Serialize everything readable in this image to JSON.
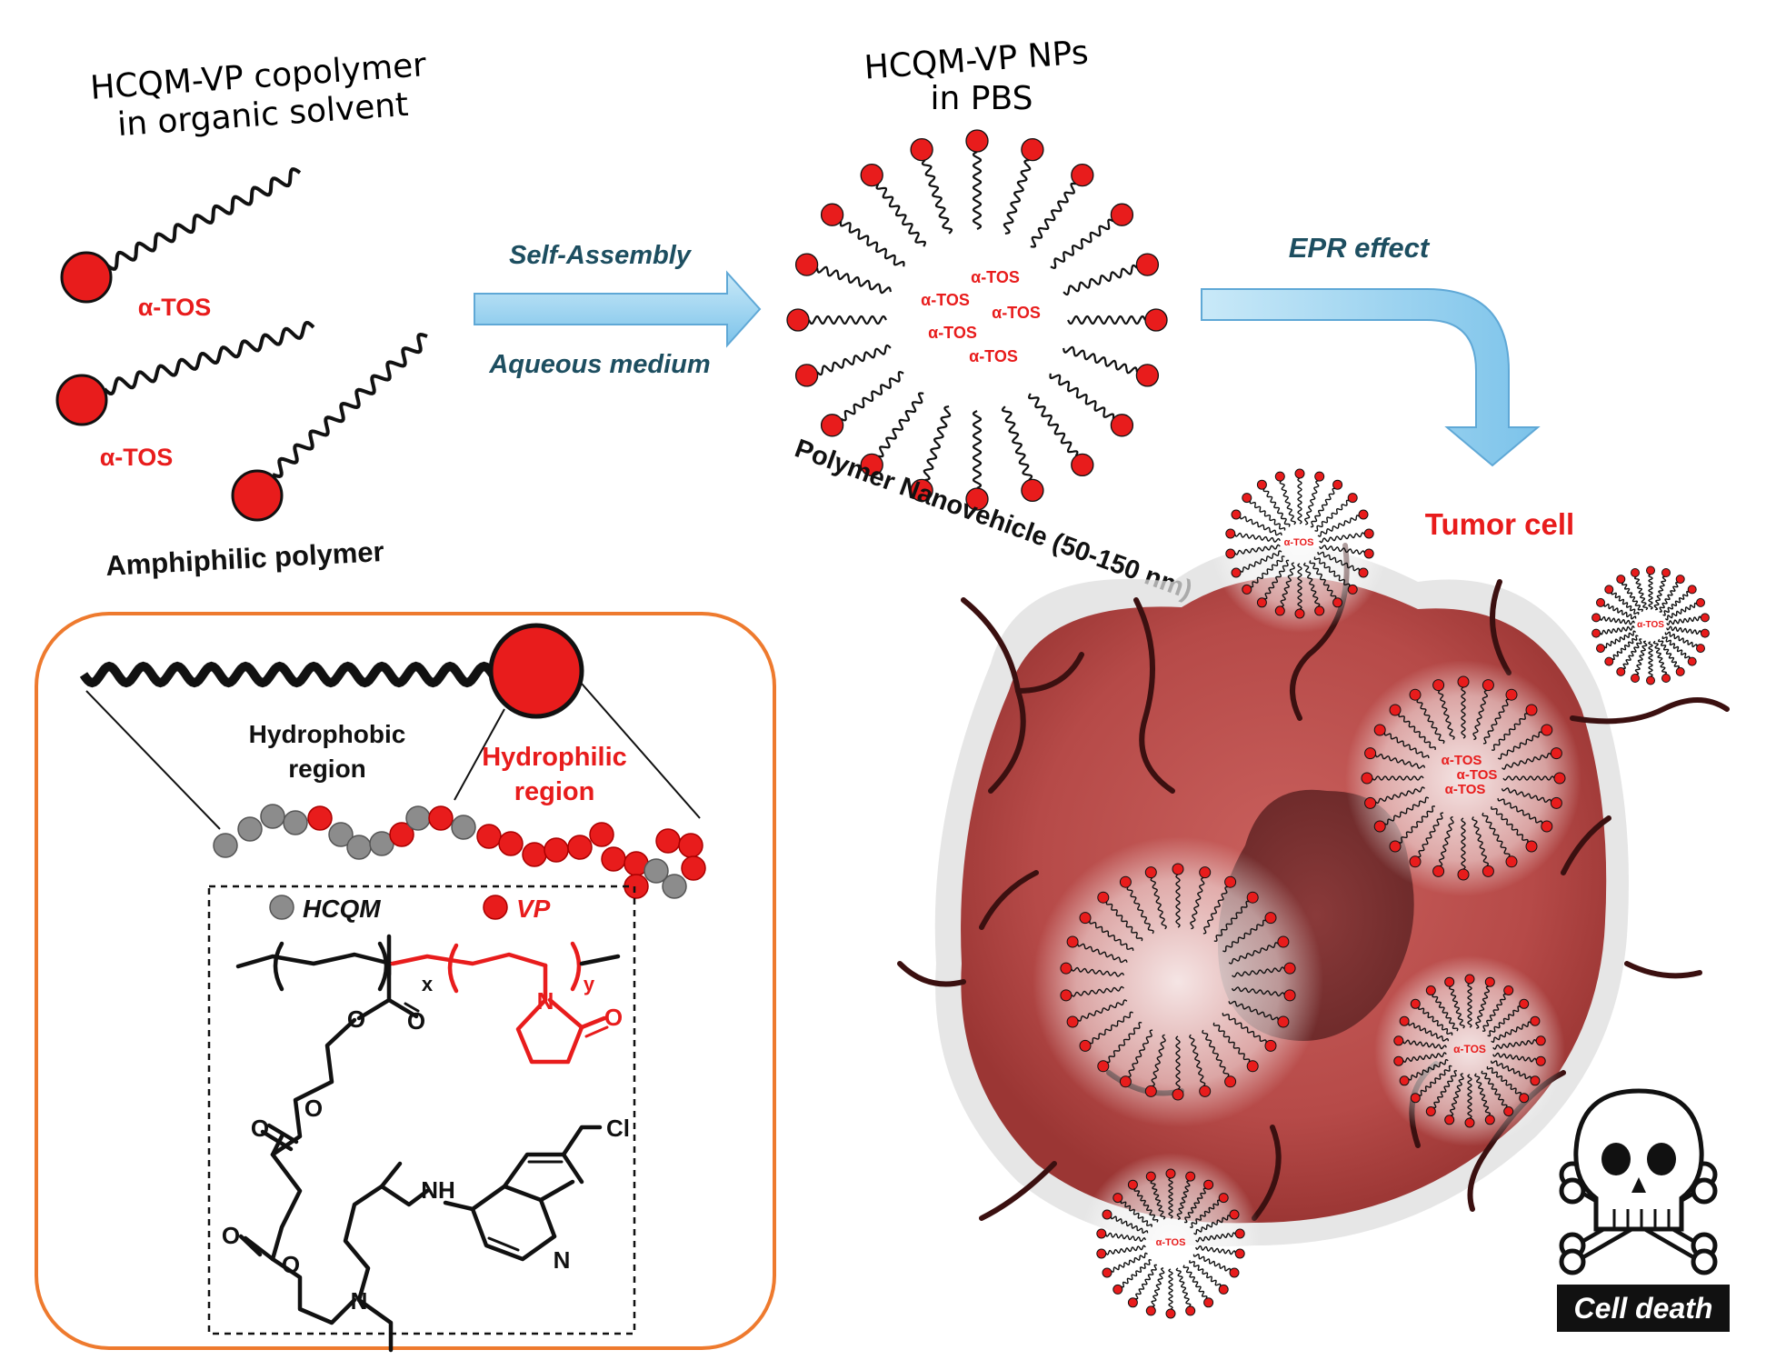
{
  "top_left": {
    "title_line1": "HCQM-VP copolymer",
    "title_line2": "in organic solvent",
    "label_atos_1": "α-TOS",
    "label_atos_2": "α-TOS",
    "caption": "Amphiphilic polymer"
  },
  "arrow_assembly": {
    "label_top": "Self-Assembly",
    "label_bottom": "Aqueous medium"
  },
  "nanoparticle": {
    "title_line1": "HCQM-VP NPs",
    "title_line2": "in PBS",
    "core_labels": [
      "α-TOS",
      "α-TOS",
      "α-TOS",
      "α-TOS",
      "α-TOS"
    ],
    "caption": "Polymer Nanovehicle (50-150 nm)"
  },
  "arrow_epr": {
    "label": "EPR effect"
  },
  "tumor": {
    "label": "Tumor cell",
    "small_np_label": "α-TOS",
    "death_label": "Cell death"
  },
  "inset": {
    "hydrophobic_line1": "Hydrophobic",
    "hydrophobic_line2": "region",
    "hydrophilic_line1": "Hydrophilic",
    "hydrophilic_line2": "region",
    "legend_hcqm": "HCQM",
    "legend_vp": "VP",
    "sub_x": "x",
    "sub_y": "y",
    "atom_o1": "O",
    "atom_o2": "O",
    "atom_o3": "O",
    "atom_o4": "O",
    "atom_o5": "O",
    "atom_o6": "O",
    "atom_n_ring": "N",
    "atom_o_ring": "O",
    "atom_nh": "NH",
    "atom_cl": "Cl",
    "atom_n_quin": "N",
    "atom_n_amine": "N"
  },
  "colors": {
    "red": "#e81c1c",
    "arrow_blue": "#8fcdee",
    "inset_border": "#ee7a2e",
    "tumor": "#b74a4a",
    "teal_text": "#1d4e60"
  }
}
